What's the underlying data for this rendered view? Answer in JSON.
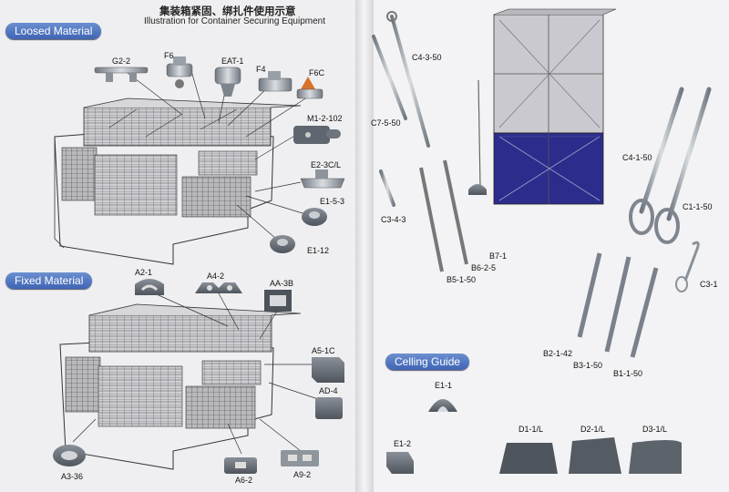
{
  "header": {
    "title_cn": "集装箱紧固、绑扎件使用示意",
    "title_en": "Illustration for Container Securing Equipment"
  },
  "sections": {
    "loosed": "Loosed Material",
    "fixed": "Fixed Material",
    "ceiling": "Celling Guide"
  },
  "labels": {
    "g22": "G2-2",
    "f6": "F6",
    "eat1": "EAT-1",
    "f4": "F4",
    "f6c": "F6C",
    "m12102": "M1-2-102",
    "e23cl": "E2-3C/L",
    "e153": "E1-5-3",
    "e112": "E1-12",
    "a21": "A2-1",
    "a42": "A4-2",
    "aa3b": "AA-3B",
    "a51c": "A5-1C",
    "ad4": "AD-4",
    "a336": "A3-36",
    "a62": "A6-2",
    "a92": "A9-2",
    "c4350": "C4-3-50",
    "c7550": "C7-5-50",
    "c343": "C3-4-3",
    "b71": "B7-1",
    "b625": "B6-2-5",
    "b5150": "B5-1-50",
    "c4150": "C4-1-50",
    "c1150": "C1-1-50",
    "c31": "C3-1",
    "b2142": "B2-1-42",
    "b3150": "B3-1-50",
    "b1150": "B1-1-50",
    "e11": "E1-1",
    "e12": "E1-2",
    "d11l": "D1-1/L",
    "d21l": "D2-1/L",
    "d31l": "D3-1/L"
  },
  "colors": {
    "tag": "#4a6fbf",
    "container_blue": "#2c2c8c",
    "container_grey": "#c9c9cf",
    "part": "#8f969f"
  }
}
